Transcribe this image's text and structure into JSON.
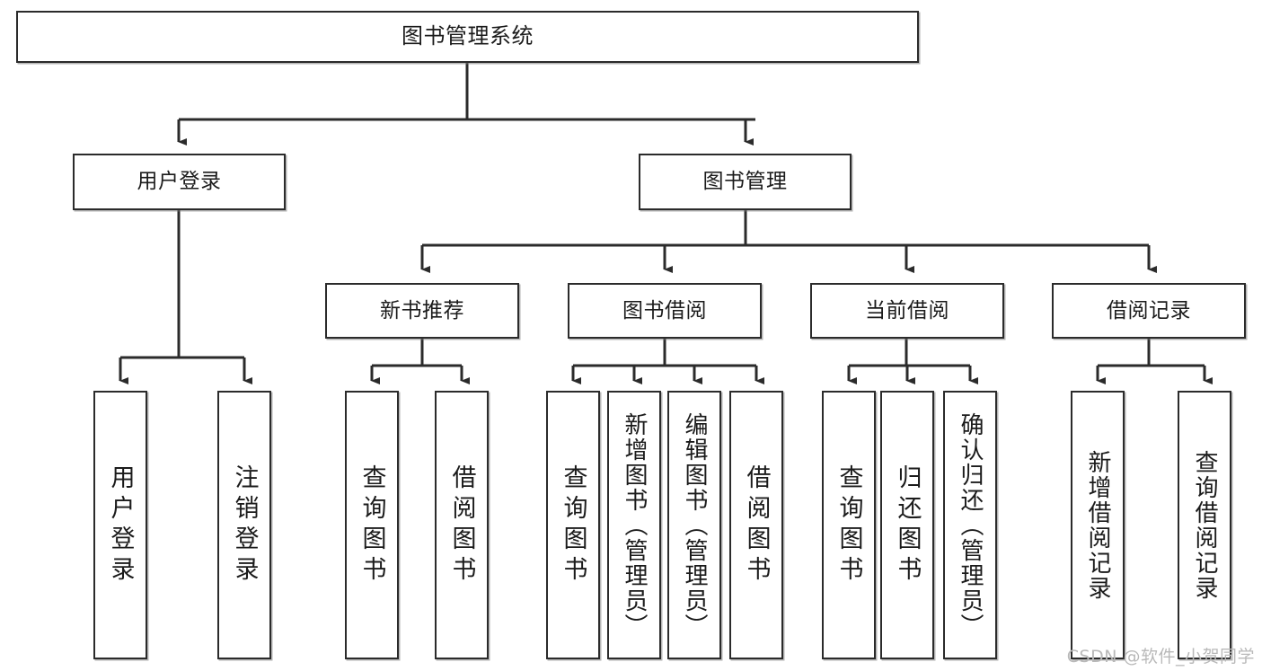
{
  "diagram": {
    "title": "图书管理系统",
    "type": "hierarchy-tree",
    "watermark": "CSDN @软件_小贺同学",
    "colors": {
      "node_border": "#2b2b2b",
      "node_fill": "#ffffff",
      "edge": "#2b2b2b",
      "text": "#1b1b1b",
      "watermark": "#b9b9b9"
    },
    "levels": [
      {
        "level": 1,
        "nodes": [
          {
            "id": "root",
            "label": "图书管理系统",
            "orientation": "horizontal"
          }
        ]
      },
      {
        "level": 2,
        "nodes": [
          {
            "id": "user-login",
            "label": "用户登录",
            "orientation": "horizontal",
            "parent": "root"
          },
          {
            "id": "book-manage",
            "label": "图书管理",
            "orientation": "horizontal",
            "parent": "root"
          }
        ]
      },
      {
        "level": 3,
        "nodes": [
          {
            "id": "new-book-rec",
            "label": "新书推荐",
            "orientation": "horizontal",
            "parent": "book-manage"
          },
          {
            "id": "book-borrow",
            "label": "图书借阅",
            "orientation": "horizontal",
            "parent": "book-manage"
          },
          {
            "id": "current-borrow",
            "label": "当前借阅",
            "orientation": "horizontal",
            "parent": "book-manage"
          },
          {
            "id": "borrow-record",
            "label": "借阅记录",
            "orientation": "horizontal",
            "parent": "book-manage"
          }
        ]
      },
      {
        "level": 4,
        "nodes": [
          {
            "id": "leaf-user-login",
            "label": "用户登录",
            "orientation": "vertical",
            "parent": "user-login"
          },
          {
            "id": "leaf-logout-login",
            "label": "注销登录",
            "orientation": "vertical",
            "parent": "user-login"
          },
          {
            "id": "leaf-query-book-1",
            "label": "查询图书",
            "orientation": "vertical",
            "parent": "new-book-rec"
          },
          {
            "id": "leaf-borrow-book-1",
            "label": "借阅图书",
            "orientation": "vertical",
            "parent": "new-book-rec"
          },
          {
            "id": "leaf-query-book-2",
            "label": "查询图书",
            "orientation": "vertical",
            "parent": "book-borrow"
          },
          {
            "id": "leaf-add-book",
            "label": "新增图书（管理员）",
            "orientation": "vertical",
            "parent": "book-borrow"
          },
          {
            "id": "leaf-edit-book",
            "label": "编辑图书（管理员）",
            "orientation": "vertical",
            "parent": "book-borrow"
          },
          {
            "id": "leaf-borrow-book-2",
            "label": "借阅图书",
            "orientation": "vertical",
            "parent": "book-borrow"
          },
          {
            "id": "leaf-query-book-3",
            "label": "查询图书",
            "orientation": "vertical",
            "parent": "current-borrow"
          },
          {
            "id": "leaf-return-book",
            "label": "归还图书",
            "orientation": "vertical",
            "parent": "current-borrow"
          },
          {
            "id": "leaf-confirm-return",
            "label": "确认归还（管理员）",
            "orientation": "vertical",
            "parent": "current-borrow"
          },
          {
            "id": "leaf-add-record",
            "label": "新增借阅记录",
            "orientation": "vertical",
            "parent": "borrow-record"
          },
          {
            "id": "leaf-query-record",
            "label": "查询借阅记录",
            "orientation": "vertical",
            "parent": "borrow-record"
          }
        ]
      }
    ]
  }
}
